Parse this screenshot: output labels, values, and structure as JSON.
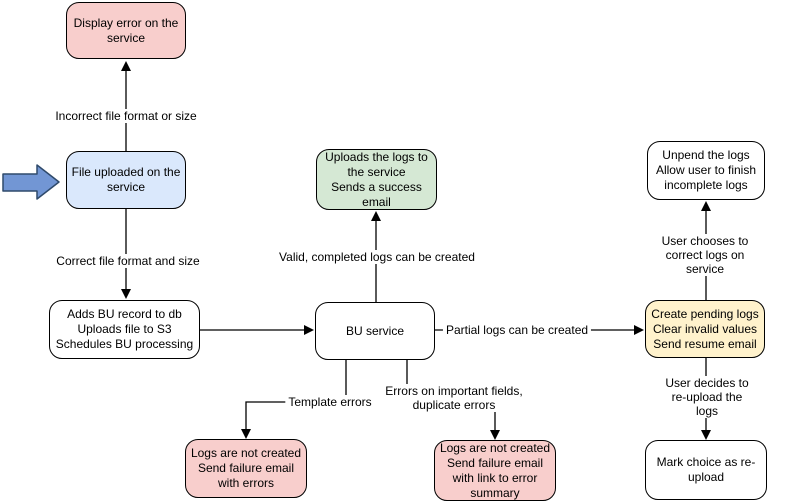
{
  "colors": {
    "pink": "#f8cecc",
    "blue": "#dae8fc",
    "green": "#d5e8d4",
    "yellow": "#fff2cc",
    "white": "#ffffff",
    "border": "#000000",
    "entry_arrow": "#7296d4"
  },
  "nodes": {
    "display_error": "Display error on the\nservice",
    "file_uploaded": "File uploaded on the\nservice",
    "adds_bu": "Adds BU record to db\nUploads file to S3\nSchedules BU processing",
    "bu_service": "BU service",
    "uploads_logs": "Uploads the logs to\nthe service\nSends a success\nemail",
    "create_pending": "Create pending logs\nClear invalid values\nSend resume email",
    "unpend": "Unpend the logs\nAllow user to finish\nincomplete logs",
    "mark_choice": "Mark choice as re-\nupload",
    "logs_not_created_errors": "Logs are not created\nSend failure email\nwith errors",
    "logs_not_created_summary": "Logs are not created\nSend failure email\nwith link to error\nsummary"
  },
  "edge_labels": {
    "incorrect": "Incorrect file format or size",
    "correct": "Correct file format and size",
    "valid": "Valid, completed logs can be created",
    "partial": "Partial logs can be created",
    "template": "Template errors",
    "important": "Errors on important fields,\nduplicate errors",
    "user_correct": "User chooses to correct logs on service",
    "user_reupload": "User decides to re-upload the logs"
  }
}
